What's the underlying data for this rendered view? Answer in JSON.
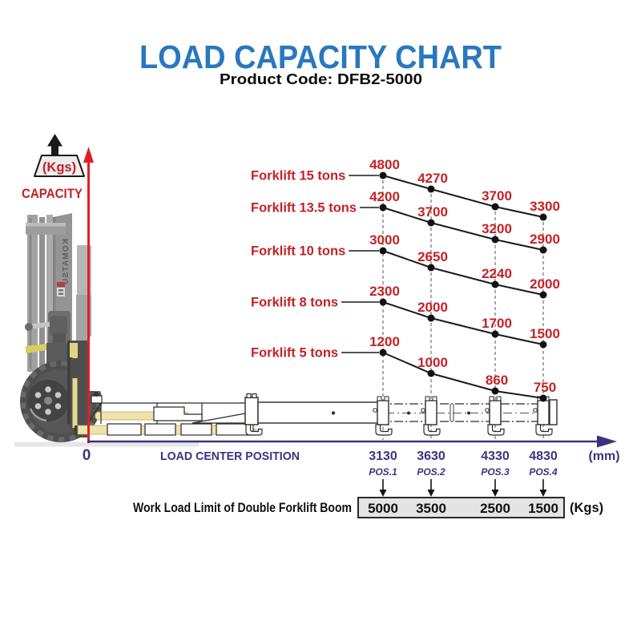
{
  "header": {
    "title": "LOAD CAPACITY CHART",
    "subtitle": "Product Code: DFB2-5000"
  },
  "y_axis": {
    "label": "CAPACITY",
    "weight_icon_unit": "(Kgs)"
  },
  "x_axis": {
    "label": "LOAD CENTER POSITION",
    "origin": "0",
    "unit": "(mm)",
    "positions": [
      "3130",
      "3630",
      "4330",
      "4830"
    ],
    "position_names": [
      "POS.1",
      "POS.2",
      "POS.3",
      "POS.4"
    ]
  },
  "chart_data": {
    "type": "line",
    "title": "LOAD CAPACITY CHART",
    "subtitle": "Product Code: DFB2-5000",
    "categories": [
      3130,
      3630,
      4330,
      4830
    ],
    "xlabel": "LOAD CENTER POSITION (mm)",
    "ylabel": "CAPACITY (Kgs)",
    "series": [
      {
        "name": "Forklift 15 tons",
        "values": [
          4800,
          4270,
          3700,
          3300
        ]
      },
      {
        "name": "Forklift 13.5 tons",
        "values": [
          4200,
          3700,
          3200,
          2900
        ]
      },
      {
        "name": "Forklift 10 tons",
        "values": [
          3000,
          2650,
          2240,
          2000
        ]
      },
      {
        "name": "Forklift 8 tons",
        "values": [
          2300,
          2000,
          1700,
          1500
        ]
      },
      {
        "name": "Forklift 5 tons",
        "values": [
          1200,
          1000,
          860,
          750
        ]
      }
    ],
    "point_labels_shown": true,
    "legend_position": "left-of-first-point",
    "grid": "dashed vertical guides at each load center position"
  },
  "work_load_table": {
    "label": "Work Load Limit of Double Forklift Boom",
    "values": [
      "5000",
      "3500",
      "2500",
      "1500"
    ],
    "unit": "(Kgs)"
  },
  "colors": {
    "title_blue": "#2878be",
    "text_red": "#c42127",
    "axis_red": "#e01f25",
    "navy": "#3a3480",
    "table_fill": "#e4e4e4",
    "fork_yellow": "#eee3ad",
    "fork_yellow_edge": "#b5a75a"
  }
}
